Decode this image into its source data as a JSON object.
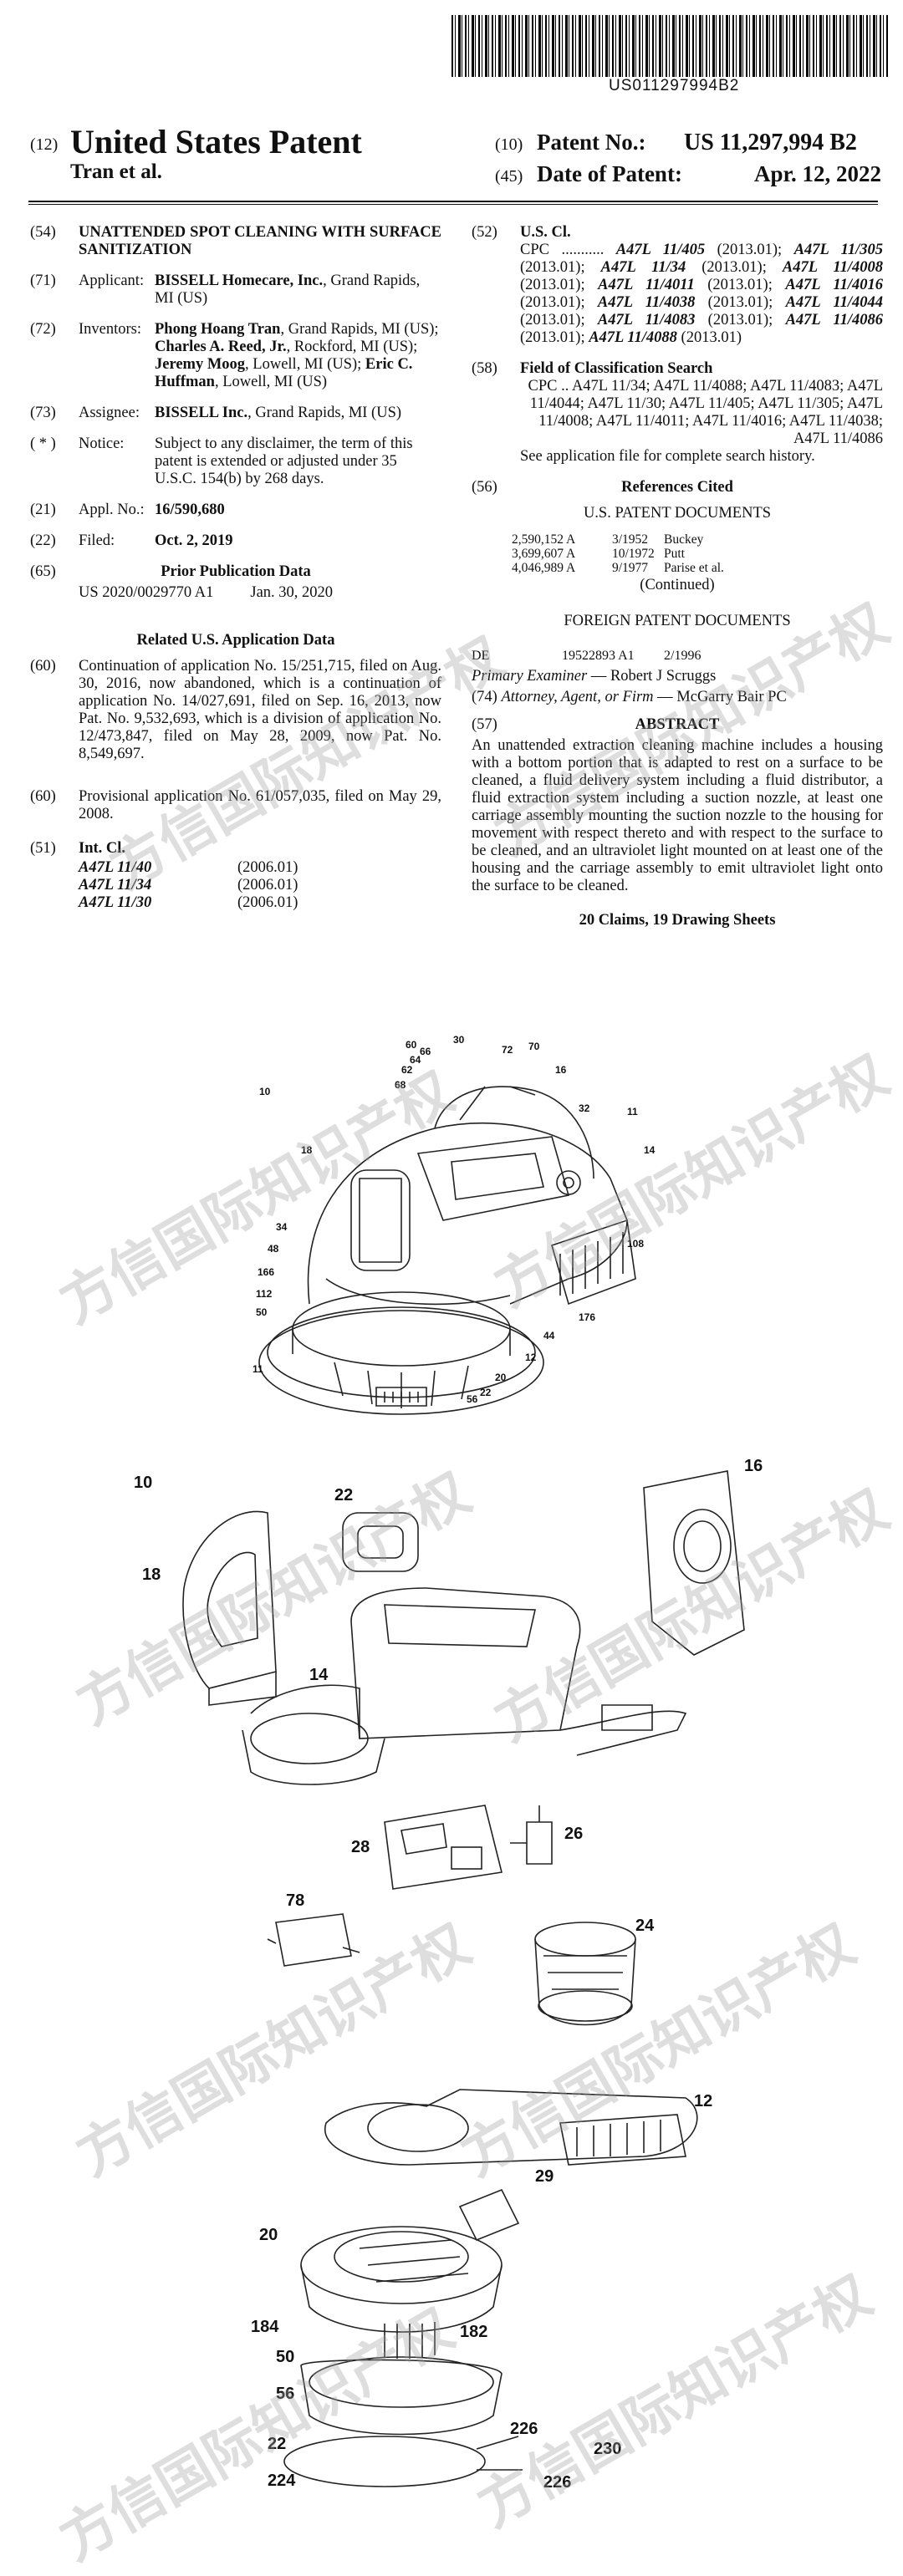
{
  "barcode_number": "US011297994B2",
  "header": {
    "code12": "(12)",
    "title": "United States Patent",
    "inventor_short": "Tran et al.",
    "code10": "(10)",
    "patent_no_label": "Patent No.:",
    "patent_no": "US 11,297,994 B2",
    "code45": "(45)",
    "date_label": "Date of Patent:",
    "date": "Apr. 12, 2022"
  },
  "left": {
    "title_code": "(54)",
    "title": "UNATTENDED SPOT CLEANING WITH SURFACE SANITIZATION",
    "applicant_code": "(71)",
    "applicant_label": "Applicant:",
    "applicant_name": "BISSELL Homecare, Inc.",
    "applicant_rest": ", Grand Rapids, MI (US)",
    "inventors_code": "(72)",
    "inventors_label": "Inventors:",
    "inv1": "Phong Hoang Tran",
    "inv1_rest": ", Grand Rapids, MI (US); ",
    "inv2": "Charles A. Reed, Jr.",
    "inv2_rest": ", Rockford, MI (US); ",
    "inv3": "Jeremy Moog",
    "inv3_rest": ", Lowell, MI (US); ",
    "inv4": "Eric C. Huffman",
    "inv4_rest": ", Lowell, MI (US)",
    "assignee_code": "(73)",
    "assignee_label": "Assignee:",
    "assignee_name": "BISSELL Inc.",
    "assignee_rest": ", Grand Rapids, MI (US)",
    "notice_code": "( * )",
    "notice_label": "Notice:",
    "notice": "Subject to any disclaimer, the term of this patent is extended or adjusted under 35 U.S.C. 154(b) by 268 days.",
    "appl_code": "(21)",
    "appl_label": "Appl. No.:",
    "appl_no": "16/590,680",
    "filed_code": "(22)",
    "filed_label": "Filed:",
    "filed": "Oct. 2, 2019",
    "prior_code": "(65)",
    "prior_heading": "Prior Publication Data",
    "prior_pub": "US 2020/0029770 A1",
    "prior_date": "Jan. 30, 2020",
    "related_heading": "Related U.S. Application Data",
    "rel60a_code": "(60)",
    "rel60a": "Continuation of application No. 15/251,715, filed on Aug. 30, 2016, now abandoned, which is a continuation of application No. 14/027,691, filed on Sep. 16, 2013, now Pat. No. 9,532,693, which is a division of application No. 12/473,847, filed on May 28, 2009, now Pat. No. 8,549,697.",
    "rel60b_code": "(60)",
    "rel60b": "Provisional application No. 61/057,035, filed on May 29, 2008.",
    "intcl_code": "(51)",
    "intcl_heading": "Int. Cl.",
    "intcl": [
      {
        "cls": "A47L 11/40",
        "year": "(2006.01)"
      },
      {
        "cls": "A47L 11/34",
        "year": "(2006.01)"
      },
      {
        "cls": "A47L 11/30",
        "year": "(2006.01)"
      }
    ]
  },
  "right": {
    "uscl_code": "(52)",
    "uscl_heading": "U.S. Cl.",
    "cpc_label": "CPC ...........",
    "cpc_parts": [
      {
        "b": "A47L 11/405",
        "t": " (2013.01); "
      },
      {
        "b": "A47L 11/305",
        "t": " (2013.01); "
      },
      {
        "b": "A47L 11/34",
        "t": " (2013.01); "
      },
      {
        "b": "A47L 11/4008",
        "t": " (2013.01); "
      },
      {
        "b": "A47L 11/4011",
        "t": " (2013.01); "
      },
      {
        "b": "A47L 11/4016",
        "t": " (2013.01); "
      },
      {
        "b": "A47L 11/4038",
        "t": " (2013.01); "
      },
      {
        "b": "A47L 11/4044",
        "t": " (2013.01); "
      },
      {
        "b": "A47L 11/4083",
        "t": " (2013.01); "
      },
      {
        "b": "A47L 11/4086",
        "t": " (2013.01); "
      },
      {
        "b": "A47L 11/4088",
        "t": " (2013.01)"
      }
    ],
    "field_code": "(58)",
    "field_heading": "Field of Classification Search",
    "field_cpc": "CPC .. A47L 11/34; A47L 11/4088; A47L 11/4083; A47L 11/4044; A47L 11/30; A47L 11/405; A47L 11/305; A47L 11/4008; A47L 11/4011; A47L 11/4016; A47L 11/4038; A47L 11/4086",
    "field_note": "See application file for complete search history.",
    "refs_code": "(56)",
    "refs_heading": "References Cited",
    "us_docs_heading": "U.S. PATENT DOCUMENTS",
    "us_docs": [
      {
        "no": "2,590,152 A",
        "date": "3/1952",
        "name": "Buckey"
      },
      {
        "no": "3,699,607 A",
        "date": "10/1972",
        "name": "Putt"
      },
      {
        "no": "4,046,989 A",
        "date": "9/1977",
        "name": "Parise et al."
      }
    ],
    "continued": "(Continued)",
    "foreign_heading": "FOREIGN PATENT DOCUMENTS",
    "foreign_cc": "DE",
    "foreign_no": "19522893 A1",
    "foreign_date": "2/1996",
    "examiner_label": "Primary Examiner",
    "examiner": " — Robert J Scruggs",
    "attorney_code": "(74)",
    "attorney_label": "Attorney, Agent, or Firm",
    "attorney": " — McGarry Bair PC",
    "abstract_code": "(57)",
    "abstract_heading": "ABSTRACT",
    "abstract": "An unattended extraction cleaning machine includes a housing with a bottom portion that is adapted to rest on a surface to be cleaned, a fluid delivery system including a fluid distributor, a fluid extraction system including a suction nozzle, at least one carriage assembly mounting the suction nozzle to the housing for movement with respect thereto and with respect to the surface to be cleaned, and an ultraviolet light mounted on at least one of the housing and the carriage assembly to emit ultraviolet light onto the surface to be cleaned.",
    "claims": "20 Claims, 19 Drawing Sheets"
  },
  "figure_labels": {
    "f1": [
      "60",
      "66",
      "30",
      "72",
      "70",
      "16",
      "64",
      "62",
      "68",
      "32",
      "11",
      "10",
      "14",
      "18",
      "34",
      "48",
      "108",
      "166",
      "112",
      "50",
      "176",
      "44",
      "12",
      "11",
      "20",
      "56",
      "22"
    ],
    "f2": [
      "10",
      "22",
      "16",
      "18",
      "14",
      "28",
      "26",
      "78",
      "24",
      "12",
      "29",
      "20",
      "184",
      "182",
      "50",
      "56",
      "22",
      "226",
      "230",
      "224",
      "226"
    ]
  },
  "watermark": "方信国际知识产权"
}
